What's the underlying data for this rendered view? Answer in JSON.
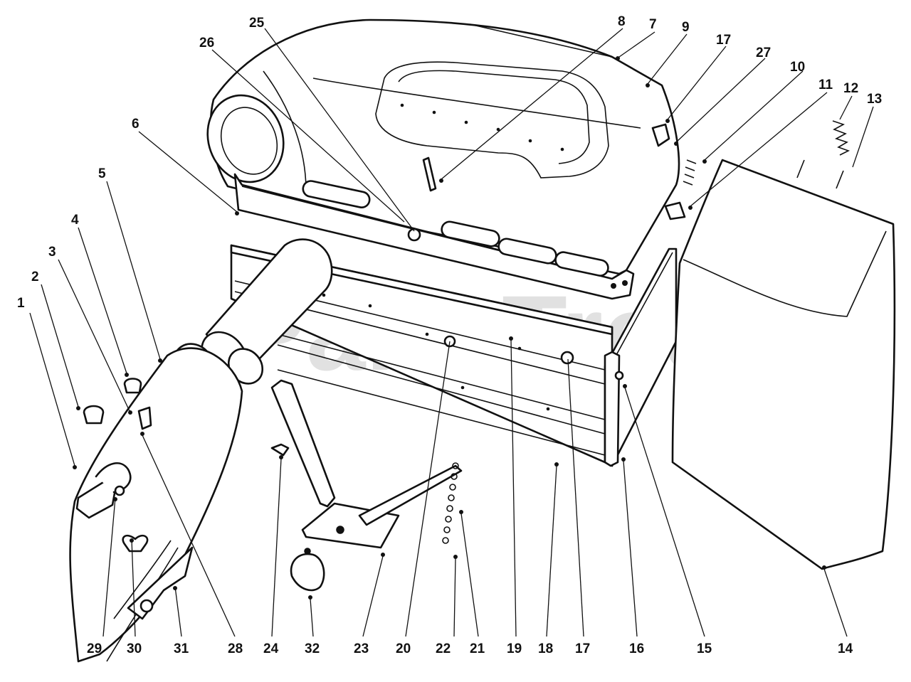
{
  "watermark": {
    "text": "PartsTree",
    "trademark": "TM"
  },
  "callouts": [
    {
      "label": "1"
    },
    {
      "label": "2"
    },
    {
      "label": "3"
    },
    {
      "label": "4"
    },
    {
      "label": "5"
    },
    {
      "label": "6"
    },
    {
      "label": "7"
    },
    {
      "label": "8"
    },
    {
      "label": "9"
    },
    {
      "label": "10"
    },
    {
      "label": "11"
    },
    {
      "label": "12"
    },
    {
      "label": "13"
    },
    {
      "label": "14"
    },
    {
      "label": "15"
    },
    {
      "label": "16"
    },
    {
      "label": "17"
    },
    {
      "label": "17"
    },
    {
      "label": "18"
    },
    {
      "label": "19"
    },
    {
      "label": "20"
    },
    {
      "label": "21"
    },
    {
      "label": "22"
    },
    {
      "label": "23"
    },
    {
      "label": "24"
    },
    {
      "label": "25"
    },
    {
      "label": "26"
    },
    {
      "label": "27"
    },
    {
      "label": "28"
    },
    {
      "label": "29"
    },
    {
      "label": "30"
    },
    {
      "label": "31"
    },
    {
      "label": "32"
    }
  ]
}
